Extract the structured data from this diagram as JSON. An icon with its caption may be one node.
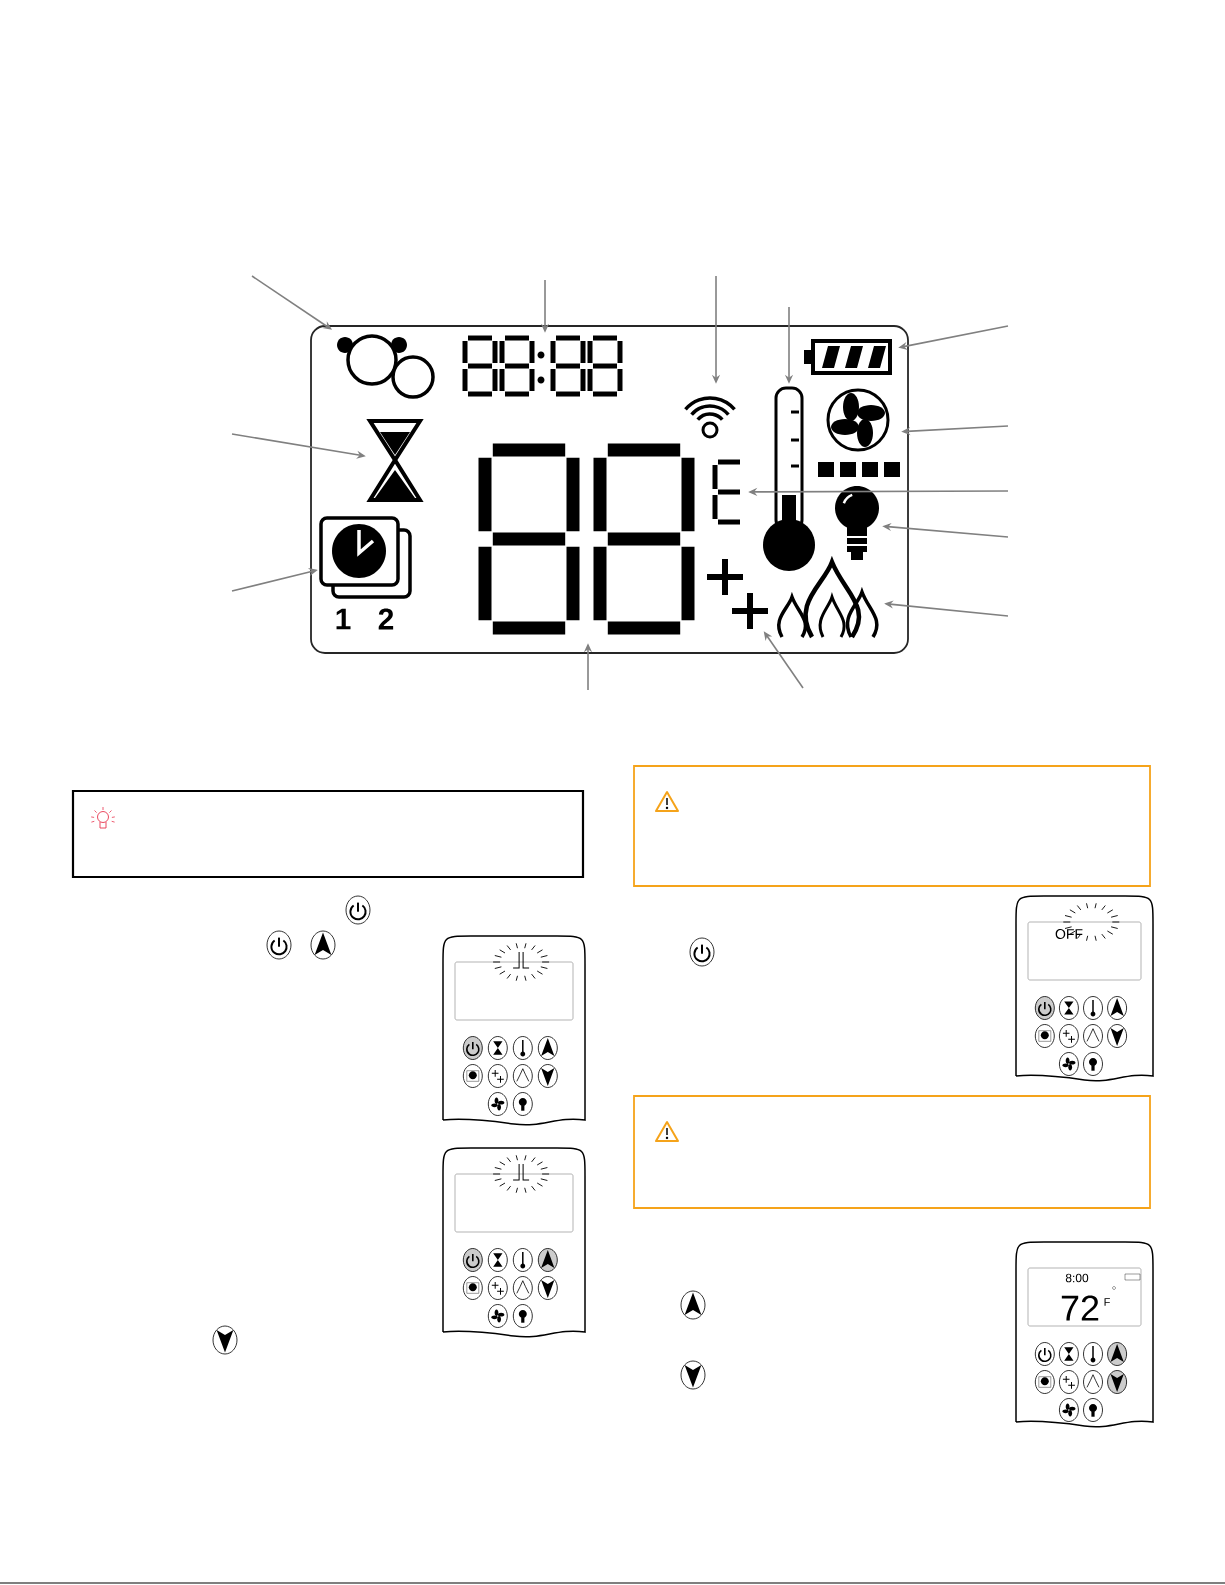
{
  "diagram": {
    "nodes": [
      {
        "text": [],
        "shape": "box"
      },
      {
        "text": [],
        "shape": "picture",
        "in": 0
      },
      {
        "text": [],
        "shape": "picture",
        "in": 0
      },
      {
        "text": [],
        "shape": "picture",
        "in": 0
      },
      {
        "text": [],
        "shape": "picture",
        "in": 0
      },
      {
        "text": [],
        "shape": "picture",
        "in": 0
      },
      {
        "text": [],
        "shape": "picture",
        "in": 0
      },
      {
        "text": [],
        "shape": "picture",
        "in": 0
      },
      {
        "text": [],
        "shape": "picture",
        "in": 0
      },
      {
        "text": [],
        "shape": "picture",
        "in": 0
      },
      {
        "text": [],
        "shape": "picture",
        "in": 0
      },
      {
        "text": [],
        "shape": "picture",
        "in": 0
      },
      {
        "text": [],
        "shape": "picture",
        "in": 0,
        "beside": [
          "1",
          "2"
        ]
      },
      {
        "text": [],
        "shape": "picture",
        "in": 0
      }
    ],
    "edges": [
      {
        "from": null,
        "to": 1,
        "arrow": "to"
      },
      {
        "from": null,
        "to": 2,
        "arrow": "to"
      },
      {
        "from": null,
        "to": 3,
        "arrow": "to"
      },
      {
        "from": null,
        "to": 4,
        "arrow": "to"
      },
      {
        "from": null,
        "to": 5,
        "arrow": "to"
      },
      {
        "from": null,
        "to": 6,
        "arrow": "to"
      },
      {
        "from": null,
        "to": 7,
        "arrow": "to"
      },
      {
        "from": null,
        "to": 8,
        "arrow": "to"
      },
      {
        "from": null,
        "to": 9,
        "arrow": "to"
      },
      {
        "from": null,
        "to": 10,
        "arrow": "to"
      },
      {
        "from": null,
        "to": 11,
        "arrow": "to"
      },
      {
        "from": null,
        "to": 12,
        "arrow": "to"
      },
      {
        "from": null,
        "to": 13,
        "arrow": "to"
      }
    ],
    "labels": [
      "OFF",
      "8:00",
      "72",
      "F"
    ]
  }
}
